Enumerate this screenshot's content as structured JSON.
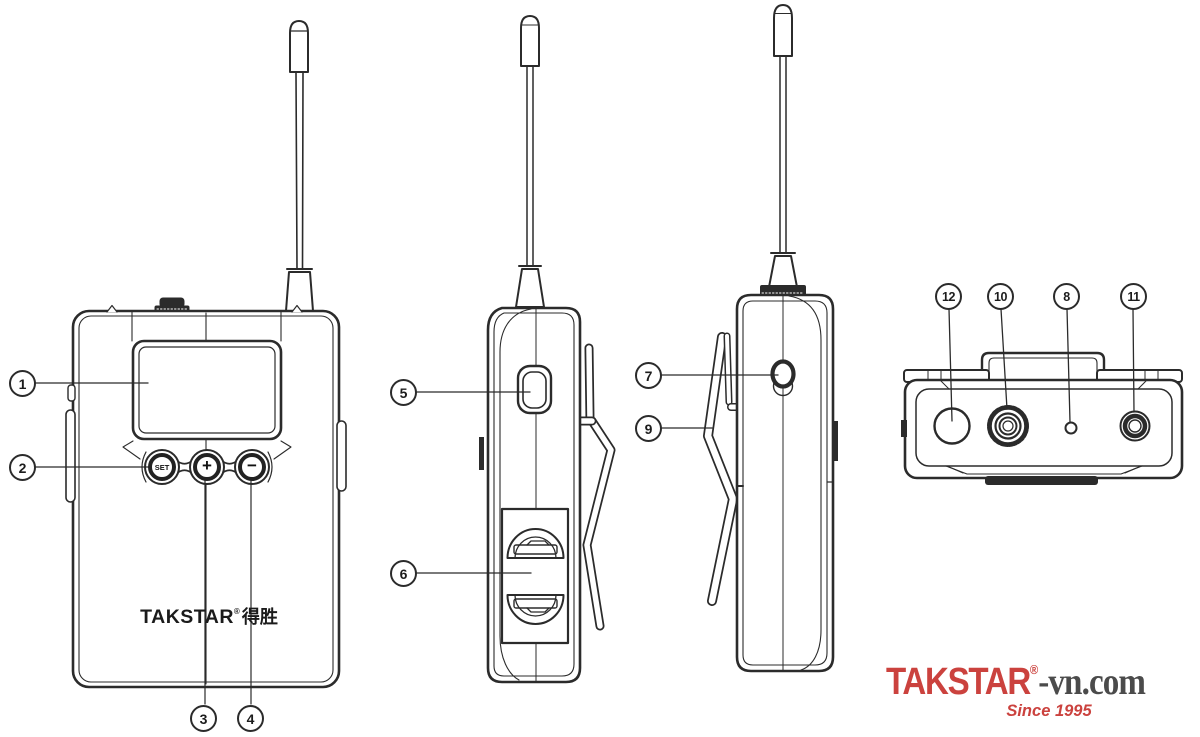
{
  "title": "Wireless bodypack transmitter diagram, four views with numbered callouts",
  "colors": {
    "line": "#2b2b2b",
    "brand_red": "#cb423e",
    "logo_gray": "#4b4b4b",
    "background": "#ffffff"
  },
  "callouts": [
    {
      "label": "1"
    },
    {
      "label": "2"
    },
    {
      "label": "3"
    },
    {
      "label": "4"
    },
    {
      "label": "5"
    },
    {
      "label": "6"
    },
    {
      "label": "7"
    },
    {
      "label": "8"
    },
    {
      "label": "9"
    },
    {
      "label": "10"
    },
    {
      "label": "11"
    },
    {
      "label": "12"
    }
  ],
  "front_view": {
    "brand": "TAKSTAR",
    "reg": "®",
    "brand_cn": "得胜",
    "set_button": "SET",
    "plus_button": "+",
    "minus_button": "−"
  },
  "footer": {
    "brand": "TAKSTAR",
    "reg": "®",
    "suffix": "-vn.com",
    "tagline": "Since 1995"
  }
}
